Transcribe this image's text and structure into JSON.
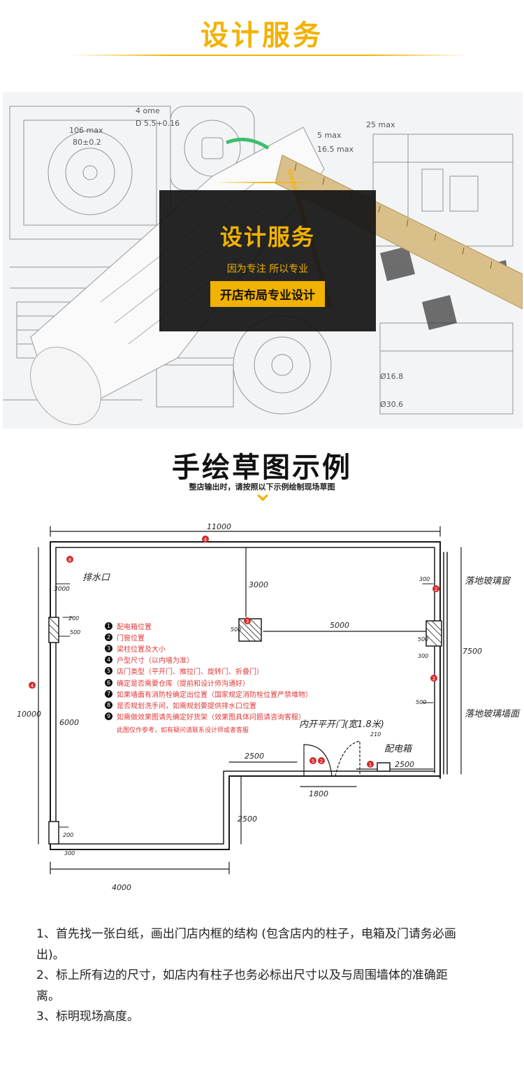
{
  "header": {
    "title": "设计服务"
  },
  "hero": {
    "title": "设计服务",
    "subtitle": "因为专注 所以专业",
    "button": "开店布局专业设计",
    "drawing_labels": [
      "4 ome",
      "D 5.5+0.16",
      "106 max",
      "80±0.2",
      "5 max",
      "16.5 max",
      "25 max",
      "Ø16.8",
      "Ø30.6"
    ]
  },
  "section": {
    "title": "手绘草图示例",
    "subtitle": "整店输出时，请按照以下示例绘制现场草图"
  },
  "sketch": {
    "dims": {
      "top": "11000",
      "left": "10000",
      "right": "7500",
      "bottom": "4000",
      "pillar_gap": "5000",
      "pillar_top": "3000",
      "top_left": "3000",
      "left_mid": "6000",
      "step": "2500",
      "step_right": "2500",
      "entrance": "1800",
      "drop": "2500",
      "small_200": "200",
      "small_500": "500",
      "small_300": "300",
      "small_210": "210"
    },
    "handwritten": {
      "drain": "排水口",
      "window_top": "落地玻璃窗",
      "window_side": "落地玻璃墙面",
      "door": "内开平开门(宽1.8米)",
      "panel": "配电箱"
    },
    "notes": [
      {
        "num": "1",
        "text": "配电箱位置"
      },
      {
        "num": "2",
        "text": "门窗位置"
      },
      {
        "num": "3",
        "text": "梁柱位置及大小"
      },
      {
        "num": "4",
        "text": "户型尺寸（以内墙为准）"
      },
      {
        "num": "5",
        "text": "店门类型（平开门、推拉门、旋转门、折叠门）"
      },
      {
        "num": "6",
        "text": "确定是否需要仓库（提前和设计师沟通好）"
      },
      {
        "num": "7",
        "text": "如果墙面有消防栓确定出位置（国家规定消防栓位置严禁堆物）"
      },
      {
        "num": "8",
        "text": "是否规划洗手间，如需规划要提供排水口位置"
      },
      {
        "num": "9",
        "text": "如需做效果图请先确定好货架（效果图具体问题请咨询客服）"
      }
    ],
    "note_footer": "此图仅作参考，如有疑问请联系设计师或者客服"
  },
  "instructions": [
    "1、首先找一张白纸，画出门店内框的结构 (包含店内的柱子，电箱及门请务必画出)。",
    "2、标上所有边的尺寸，如店内有柱子也务必标出尺寸以及与周围墙体的准确距离。",
    "3、标明现场高度。"
  ],
  "colors": {
    "accent": "#f2b200",
    "dark": "#141414",
    "note_red": "#e03a3a",
    "marker_red": "#d42a2a"
  }
}
